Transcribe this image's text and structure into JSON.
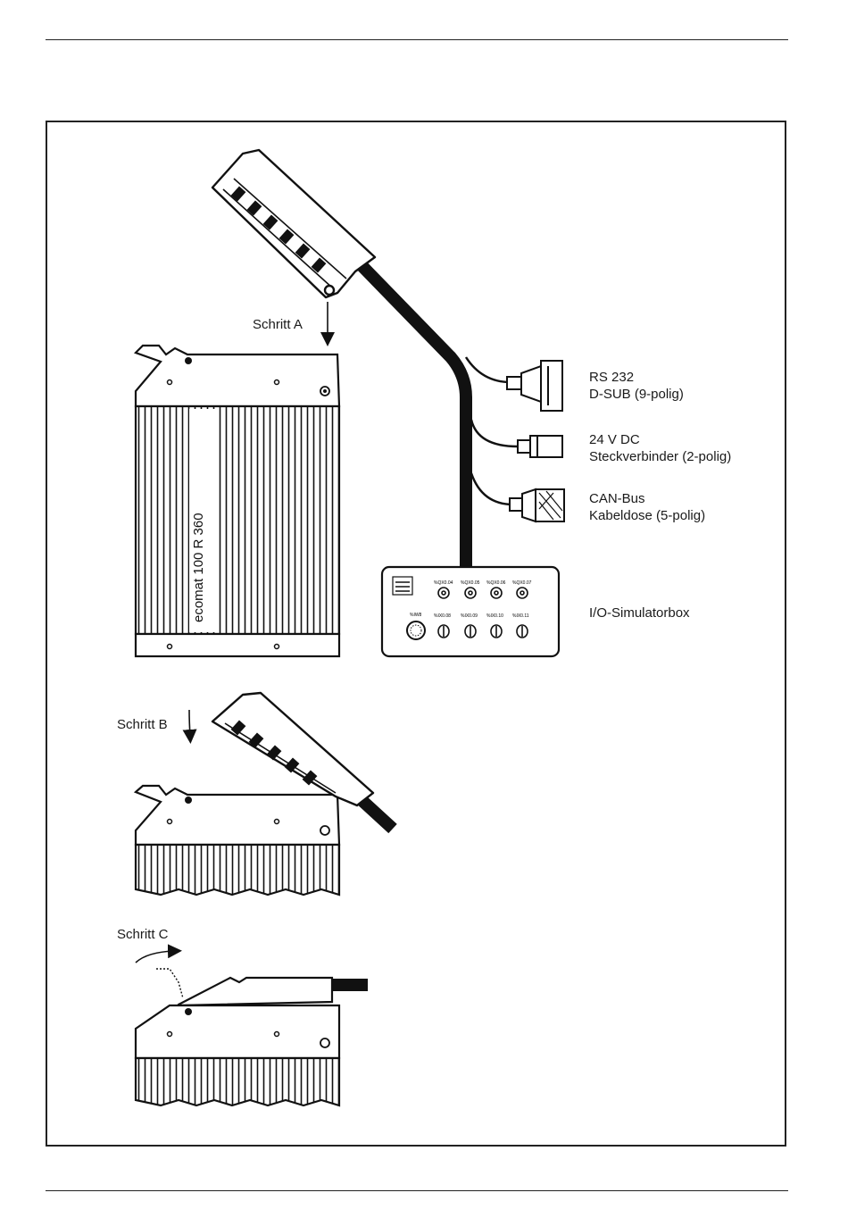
{
  "steps": {
    "a": "Schritt A",
    "b": "Schritt B",
    "c": "Schritt C"
  },
  "device_name": "ecomat 100 R 360",
  "connectors": {
    "rs232_line1": "RS 232",
    "rs232_line2": "D-SUB (9-polig)",
    "dc_line1": "24 V DC",
    "dc_line2": "Steckverbinder (2-polig)",
    "can_line1": "CAN-Bus",
    "can_line2": "Kabeldose (5-polig)",
    "simulator": "I/O-Simulatorbox"
  },
  "simulator_box": {
    "outputs": [
      "%QX0.04",
      "%QX0.05",
      "%QX0.06",
      "%QX0.07"
    ],
    "inputs": [
      "%IX0.08",
      "%IX0.09",
      "%IX0.10",
      "%IX0.11"
    ],
    "pot": "%IW8"
  }
}
